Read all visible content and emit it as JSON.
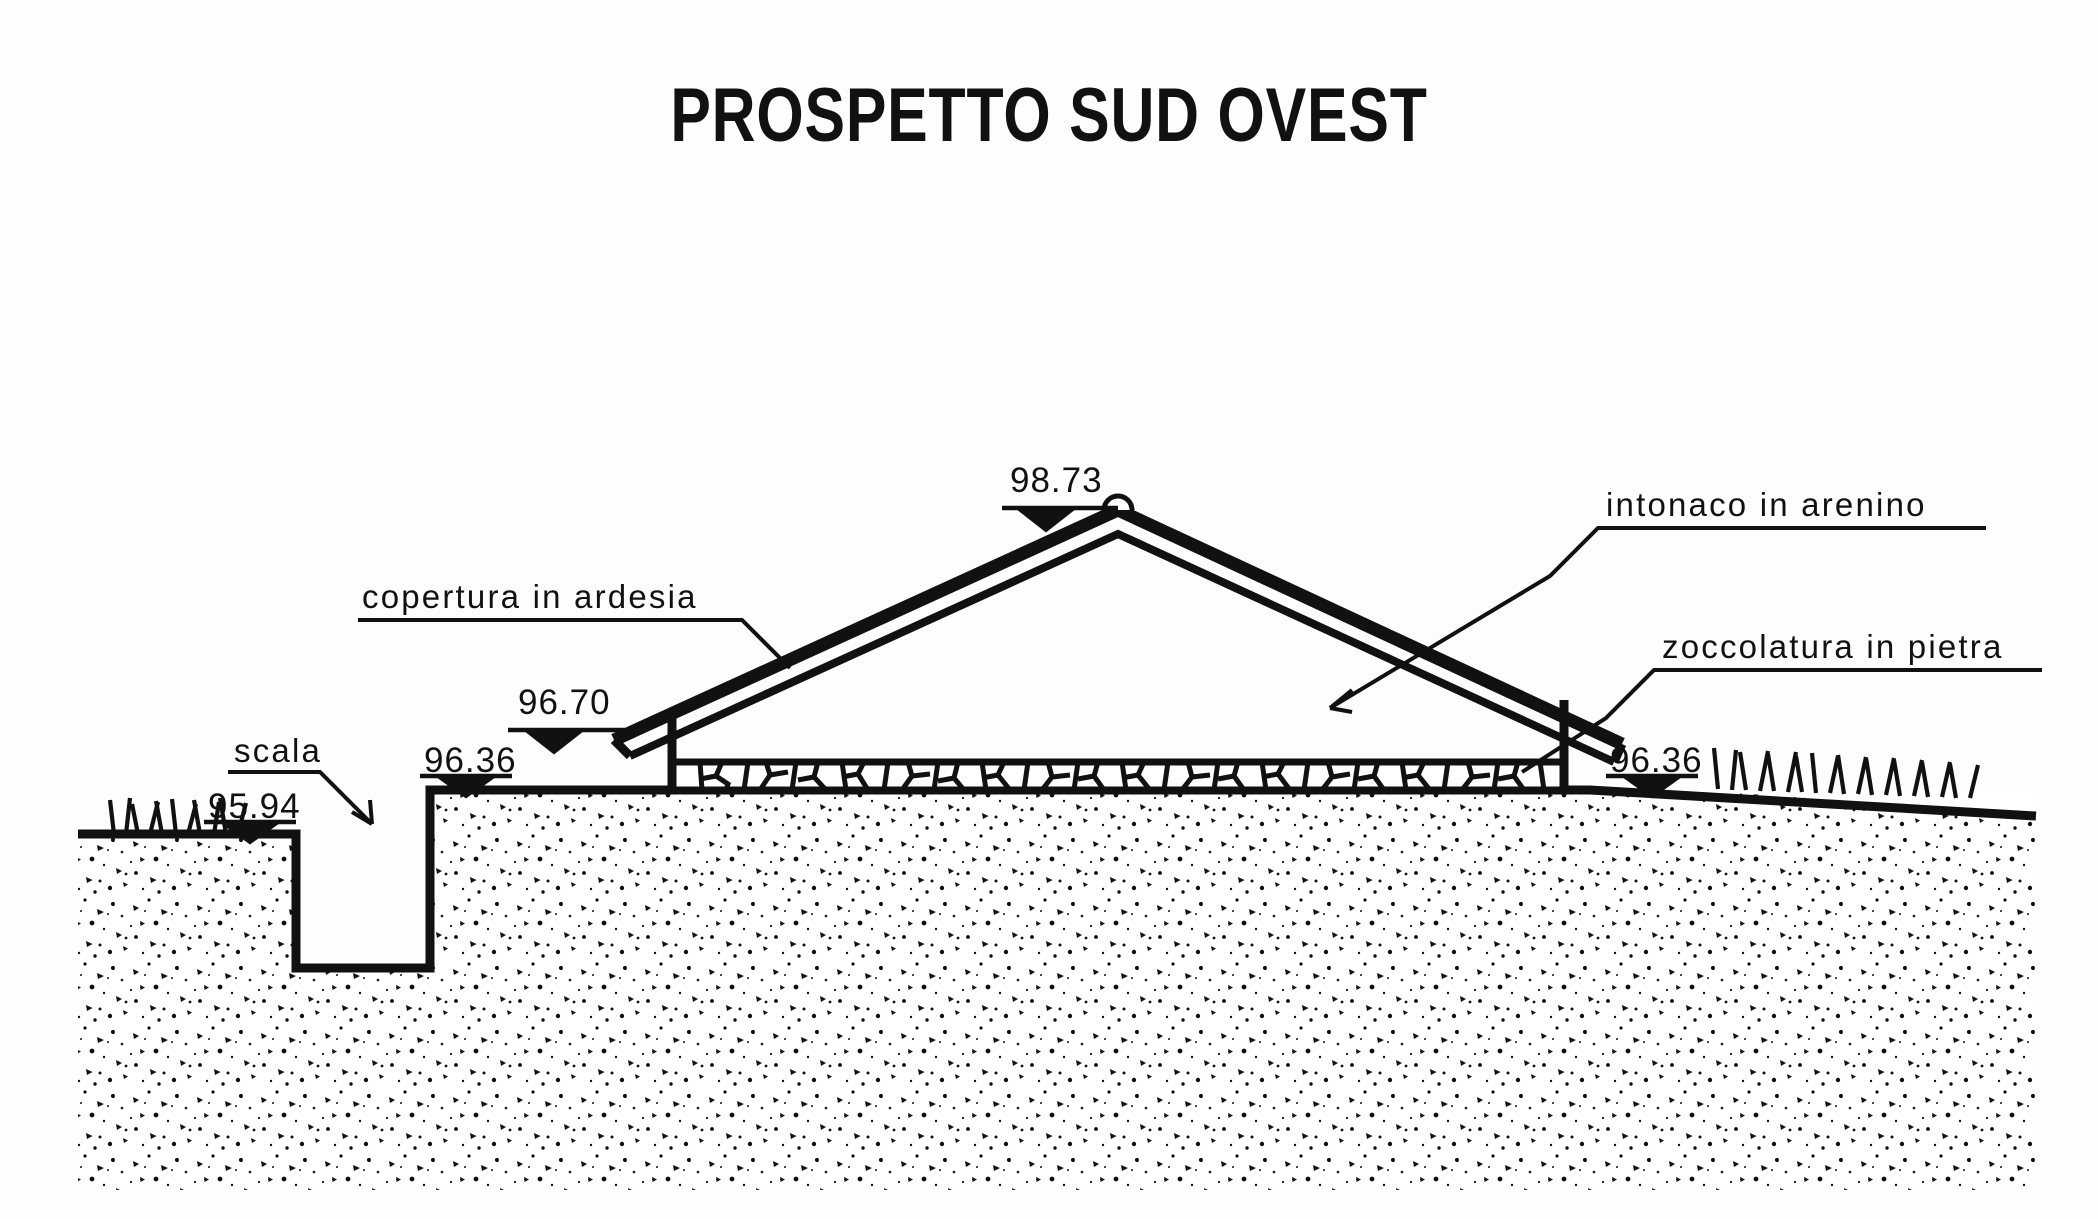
{
  "sheet": {
    "title": "PROSPETTO SUD OVEST",
    "background_color": "#fdfdfd",
    "ink_color": "#111111"
  },
  "annotations": {
    "roof_material": {
      "text": "copertura in ardesia",
      "icon": "leader-line-icon"
    },
    "wall_render": {
      "text": "intonaco in arenino",
      "icon": "leader-arrow-icon"
    },
    "stone_base": {
      "text": "zoccolatura in pietra",
      "icon": "leader-line-icon"
    },
    "stair": {
      "text": "scala",
      "icon": "leader-arrow-icon"
    }
  },
  "levels": [
    {
      "name": "ridge",
      "value": "98.73",
      "marker": "level-datum-triangle-icon"
    },
    {
      "name": "eave",
      "value": "96.70",
      "marker": "level-datum-triangle-icon"
    },
    {
      "name": "ground-left",
      "value": "96.36",
      "marker": "level-datum-triangle-icon"
    },
    {
      "name": "ground-right",
      "value": "96.36",
      "marker": "level-datum-triangle-icon"
    },
    {
      "name": "stair-bottom",
      "value": "95.94",
      "marker": "level-datum-triangle-icon"
    }
  ],
  "legend_hatches": {
    "terrain": "speckled-earth-hatch",
    "masonry": "irregular-stone-hatch",
    "vegetation": "grass-tuft-hatch"
  }
}
